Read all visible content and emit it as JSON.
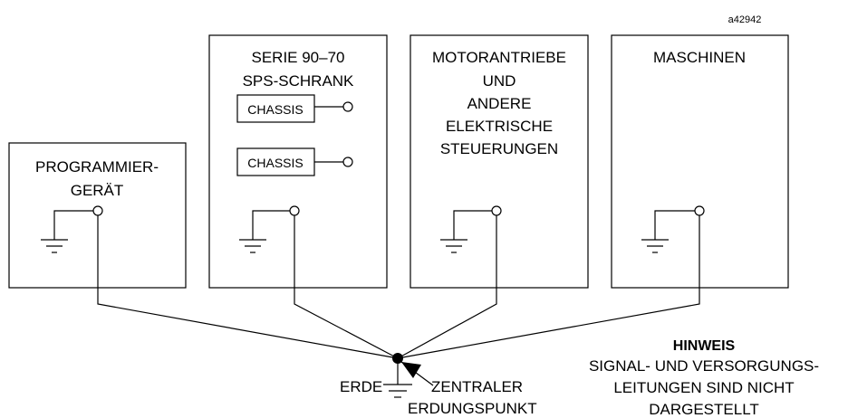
{
  "figure_id": "a42942",
  "boxes": {
    "programmer": {
      "lines": [
        "PROGRAMMIER-",
        "GERÄT"
      ]
    },
    "plc_cabinet": {
      "lines": [
        "SERIE 90–70",
        "SPS-SCHRANK"
      ],
      "chassis": [
        "CHASSIS",
        "CHASSIS"
      ]
    },
    "motor_drives": {
      "lines": [
        "MOTORANTRIEBE",
        "UND",
        "ANDERE",
        "ELEKTRISCHE",
        "STEUERUNGEN"
      ]
    },
    "machines": {
      "lines": [
        "MASCHINEN"
      ]
    }
  },
  "ground": {
    "earth_label": "ERDE",
    "central_point_lines": [
      "ZENTRALER",
      "ERDUNGSPUNKT"
    ]
  },
  "note": {
    "title": "HINWEIS",
    "lines": [
      "SIGNAL- UND VERSORGUNGS-",
      "LEITUNGEN SIND NICHT",
      "DARGESTELLT"
    ]
  }
}
